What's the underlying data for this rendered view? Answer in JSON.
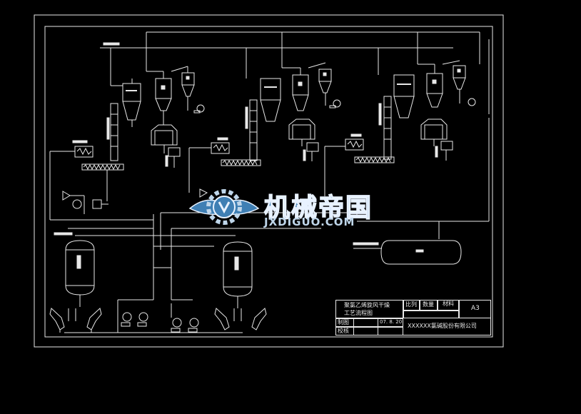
{
  "drawing": {
    "line_color": "#e8e8e8",
    "background": "#000000"
  },
  "title_block": {
    "drawing_title_line1": "聚氯乙烯旋风干燥",
    "drawing_title_line2": "工艺流程图",
    "scale_label": "比列",
    "quantity_label": "数量",
    "material_label": "材料",
    "sheet_size": "A3",
    "drawn_by_label": "制图",
    "checked_by_label": "校核",
    "date": "07. 8. 20",
    "company": "XXXXXX氯碱股份有限公司"
  },
  "watermark": {
    "brand_cn": "机械帝国",
    "brand_en": "JXDIGUO.COM",
    "colors": {
      "primary": "#3f7fb4",
      "highlight": "#e8f2ff"
    }
  }
}
